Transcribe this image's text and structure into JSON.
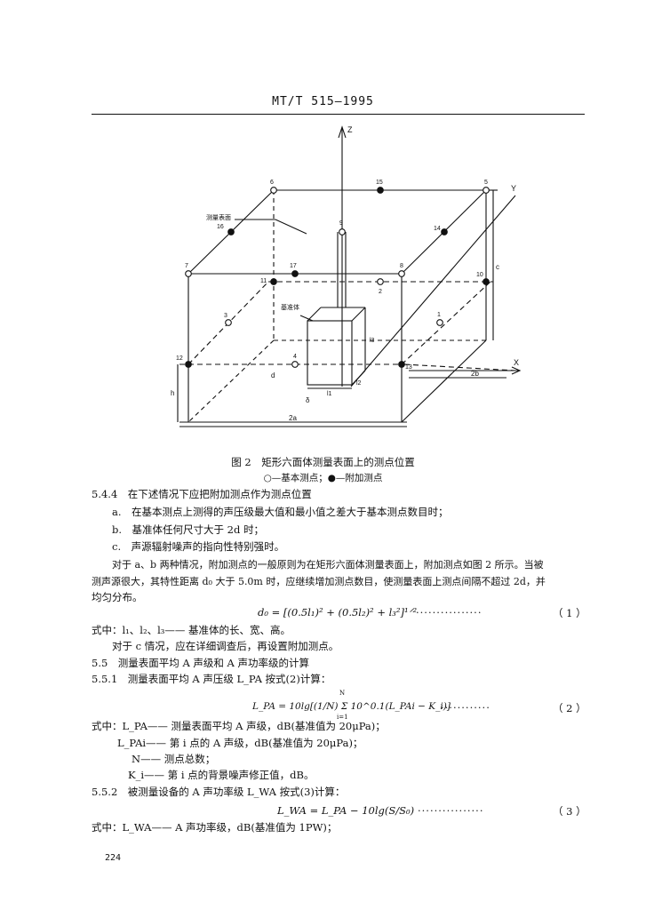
{
  "header": {
    "code": "MT/T 515—1995"
  },
  "figure": {
    "labels": {
      "z": "Z",
      "y": "Y",
      "x": "X",
      "surface": "测量表面",
      "ref_box": "基准体",
      "dim_2a": "2a",
      "dim_2b": "2b",
      "dim_c": "c",
      "dim_h": "h",
      "dim_d": "d",
      "dim_l1": "l1",
      "dim_l2": "l2",
      "dim_l3": "l3",
      "dim_delta": "δ"
    },
    "points": [
      "1",
      "2",
      "3",
      "4",
      "5",
      "6",
      "7",
      "8",
      "9",
      "10",
      "11",
      "12",
      "13",
      "14",
      "15",
      "16",
      "17"
    ],
    "caption": "图 2　矩形六面体测量表面上的测点位置",
    "legend": "○—基本测点；●—附加测点"
  },
  "text": {
    "s544": "5.4.4　在下述情况下应把附加测点作为测点位置",
    "a": "a.　在基本测点上测得的声压级最大值和最小值之差大于基本测点数目时；",
    "b": "b.　基准体任何尺寸大于 2d 时；",
    "c": "c.　声源辐射噪声的指向性特别强时。",
    "para1": "对于 a、b 两种情况，附加测点的一般原则为在矩形六面体测量表面上，附加测点如图 2 所示。当被",
    "para2": "测声源很大，其特性距离 d₀ 大于 5.0m 时，应继续增加测点数目，使测量表面上测点间隔不超过 2d，并",
    "para3": "均匀分布。",
    "eq1": "d₀ = [(0.5l₁)² + (0.5l₂)² + l₃²]¹ᐟ²",
    "eq1_no": "（ 1 ）",
    "where1": "式中：l₁、l₂、l₃—— 基准体的长、宽、高。",
    "para_c": "对于 c 情况，应在详细调查后，再设置附加测点。",
    "s55": "5.5　测量表面平均 A 声级和 A 声功率级的计算",
    "s551": "5.5.1　测量表面平均 A 声压级 L_PA 按式(2)计算：",
    "eq2": "L_PA = 10lg[(1/N) Σ 10^0.1(L_PAi − K_i)]",
    "eq2_no": "（ 2 ）",
    "eq2_sum_top": "N",
    "eq2_sum_bot": "i=1",
    "w2a": "式中：L_PA—— 测量表面平均 A 声级，dB(基准值为 20μPa)；",
    "w2b": "L_PAi—— 第 i 点的 A 声级，dB(基准值为 20μPa)；",
    "w2c": "N—— 测点总数；",
    "w2d": "K_i—— 第 i 点的背景噪声修正值，dB。",
    "s552": "5.5.2　被测量设备的 A 声功率级 L_WA 按式(3)计算：",
    "eq3": "L_WA = L_PA − 10lg(S/S₀)",
    "eq3_no": "（ 3 ）",
    "w3": "式中：L_WA—— A 声功率级，dB(基准值为 1PW)；"
  },
  "footer": {
    "page": "224"
  }
}
